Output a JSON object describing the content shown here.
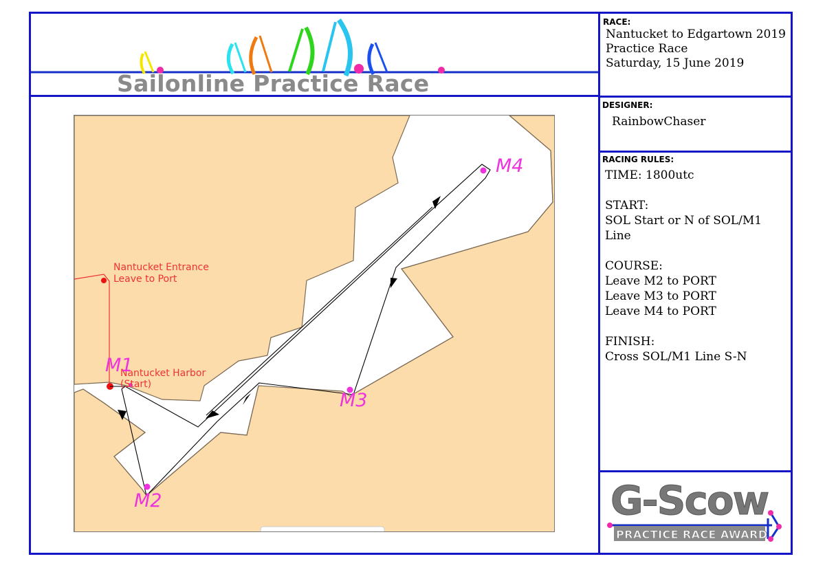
{
  "banner": {
    "title": "Sailonline Practice Race",
    "colors": {
      "yellow": "#f5e600",
      "cyan": "#29e4f0",
      "orange": "#f07a10",
      "green": "#2fd41c",
      "blue": "#1a6ff0",
      "navy": "#1530c8",
      "magenta": "#f02aa8"
    }
  },
  "race": {
    "label": "RACE:",
    "line1": "Nantucket to Edgartown 2019",
    "line2": "Practice Race",
    "line3": "Saturday, 15 June 2019"
  },
  "designer": {
    "label": "DESIGNER:",
    "name": "RainbowChaser"
  },
  "rules": {
    "label": "RACING RULES:",
    "time": "TIME: 1800utc",
    "start_heading": "START:",
    "start_text_1": "SOL Start or N of SOL/M1",
    "start_text_2": "Line",
    "course_heading": "COURSE:",
    "course_1": "Leave M2 to PORT",
    "course_2": "Leave M3 to PORT",
    "course_3": "Leave M4 to PORT",
    "finish_heading": "FINISH:",
    "finish_text": "Cross SOL/M1 Line S-N"
  },
  "map": {
    "land_color": "#fddcab",
    "coast_color": "#7a6a55",
    "entrance_label_1": "Nantucket Entrance",
    "entrance_label_2": "Leave to Port",
    "harbor_label_1": "Nantucket Harbor",
    "harbor_label_2": "(Start)",
    "marks": {
      "m1": "M1",
      "m2": "M2",
      "m3": "M3",
      "m4": "M4"
    },
    "mark_color": "#ee33dd",
    "waypoint_color": "#ee1111"
  },
  "award": {
    "title": "G-Scow",
    "subtitle": "PRACTICE RACE AWARD"
  }
}
